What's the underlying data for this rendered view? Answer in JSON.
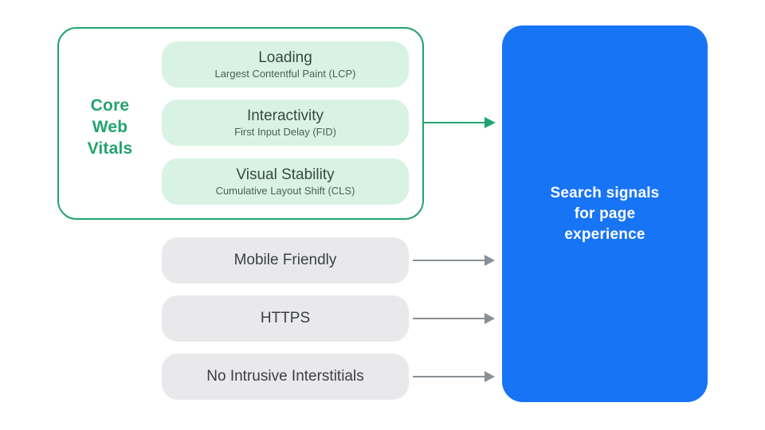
{
  "core_web_vitals": {
    "label": "Core\nWeb\nVitals",
    "metrics": [
      {
        "title": "Loading",
        "subtitle": "Largest Contentful Paint (LCP)"
      },
      {
        "title": "Interactivity",
        "subtitle": "First Input Delay (FID)"
      },
      {
        "title": "Visual Stability",
        "subtitle": "Cumulative Layout Shift (CLS)"
      }
    ]
  },
  "other_signals": [
    {
      "label": "Mobile Friendly"
    },
    {
      "label": "HTTPS"
    },
    {
      "label": "No Intrusive Interstitials"
    }
  ],
  "result": {
    "label": "Search signals\nfor page\nexperience"
  },
  "icons": {
    "cwv_to_result": "arrow-right-icon",
    "signal_to_result": "arrow-right-icon"
  },
  "colors": {
    "green_accent": "#23a36f",
    "green_light": "#d8f3e3",
    "gray_pill": "#e9e9eb",
    "gray_arrow": "#899095",
    "blue_box": "#1774f5",
    "title_text": "#394842",
    "subtitle_text": "#4e5e56",
    "gray_pill_text": "#3c4043",
    "result_text": "#ffffff",
    "background": "#ffffff"
  }
}
